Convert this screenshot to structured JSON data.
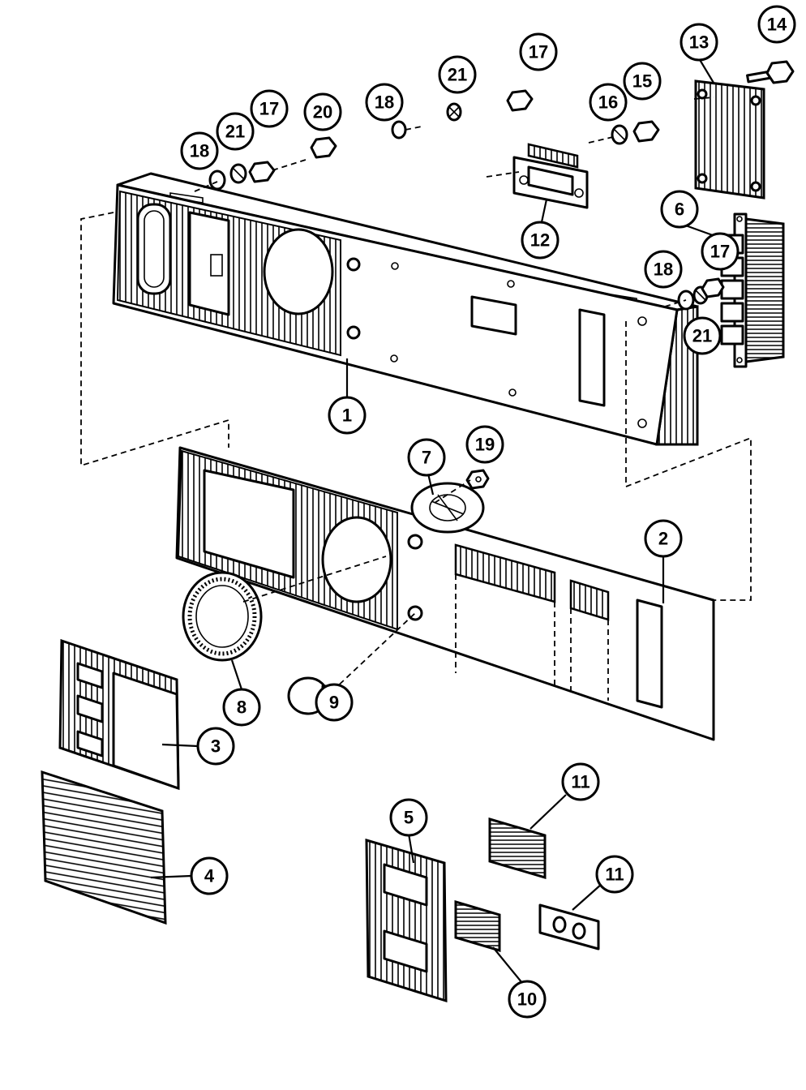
{
  "callouts": [
    {
      "label": "1"
    },
    {
      "label": "2"
    },
    {
      "label": "3"
    },
    {
      "label": "4"
    },
    {
      "label": "5"
    },
    {
      "label": "6"
    },
    {
      "label": "7"
    },
    {
      "label": "8"
    },
    {
      "label": "9"
    },
    {
      "label": "10"
    },
    {
      "label": "11"
    },
    {
      "label": "11"
    },
    {
      "label": "12"
    },
    {
      "label": "13"
    },
    {
      "label": "14"
    },
    {
      "label": "15"
    },
    {
      "label": "16"
    },
    {
      "label": "17"
    },
    {
      "label": "17"
    },
    {
      "label": "17"
    },
    {
      "label": "18"
    },
    {
      "label": "18"
    },
    {
      "label": "18"
    },
    {
      "label": "19"
    },
    {
      "label": "20"
    },
    {
      "label": "21"
    },
    {
      "label": "21"
    },
    {
      "label": "21"
    }
  ]
}
